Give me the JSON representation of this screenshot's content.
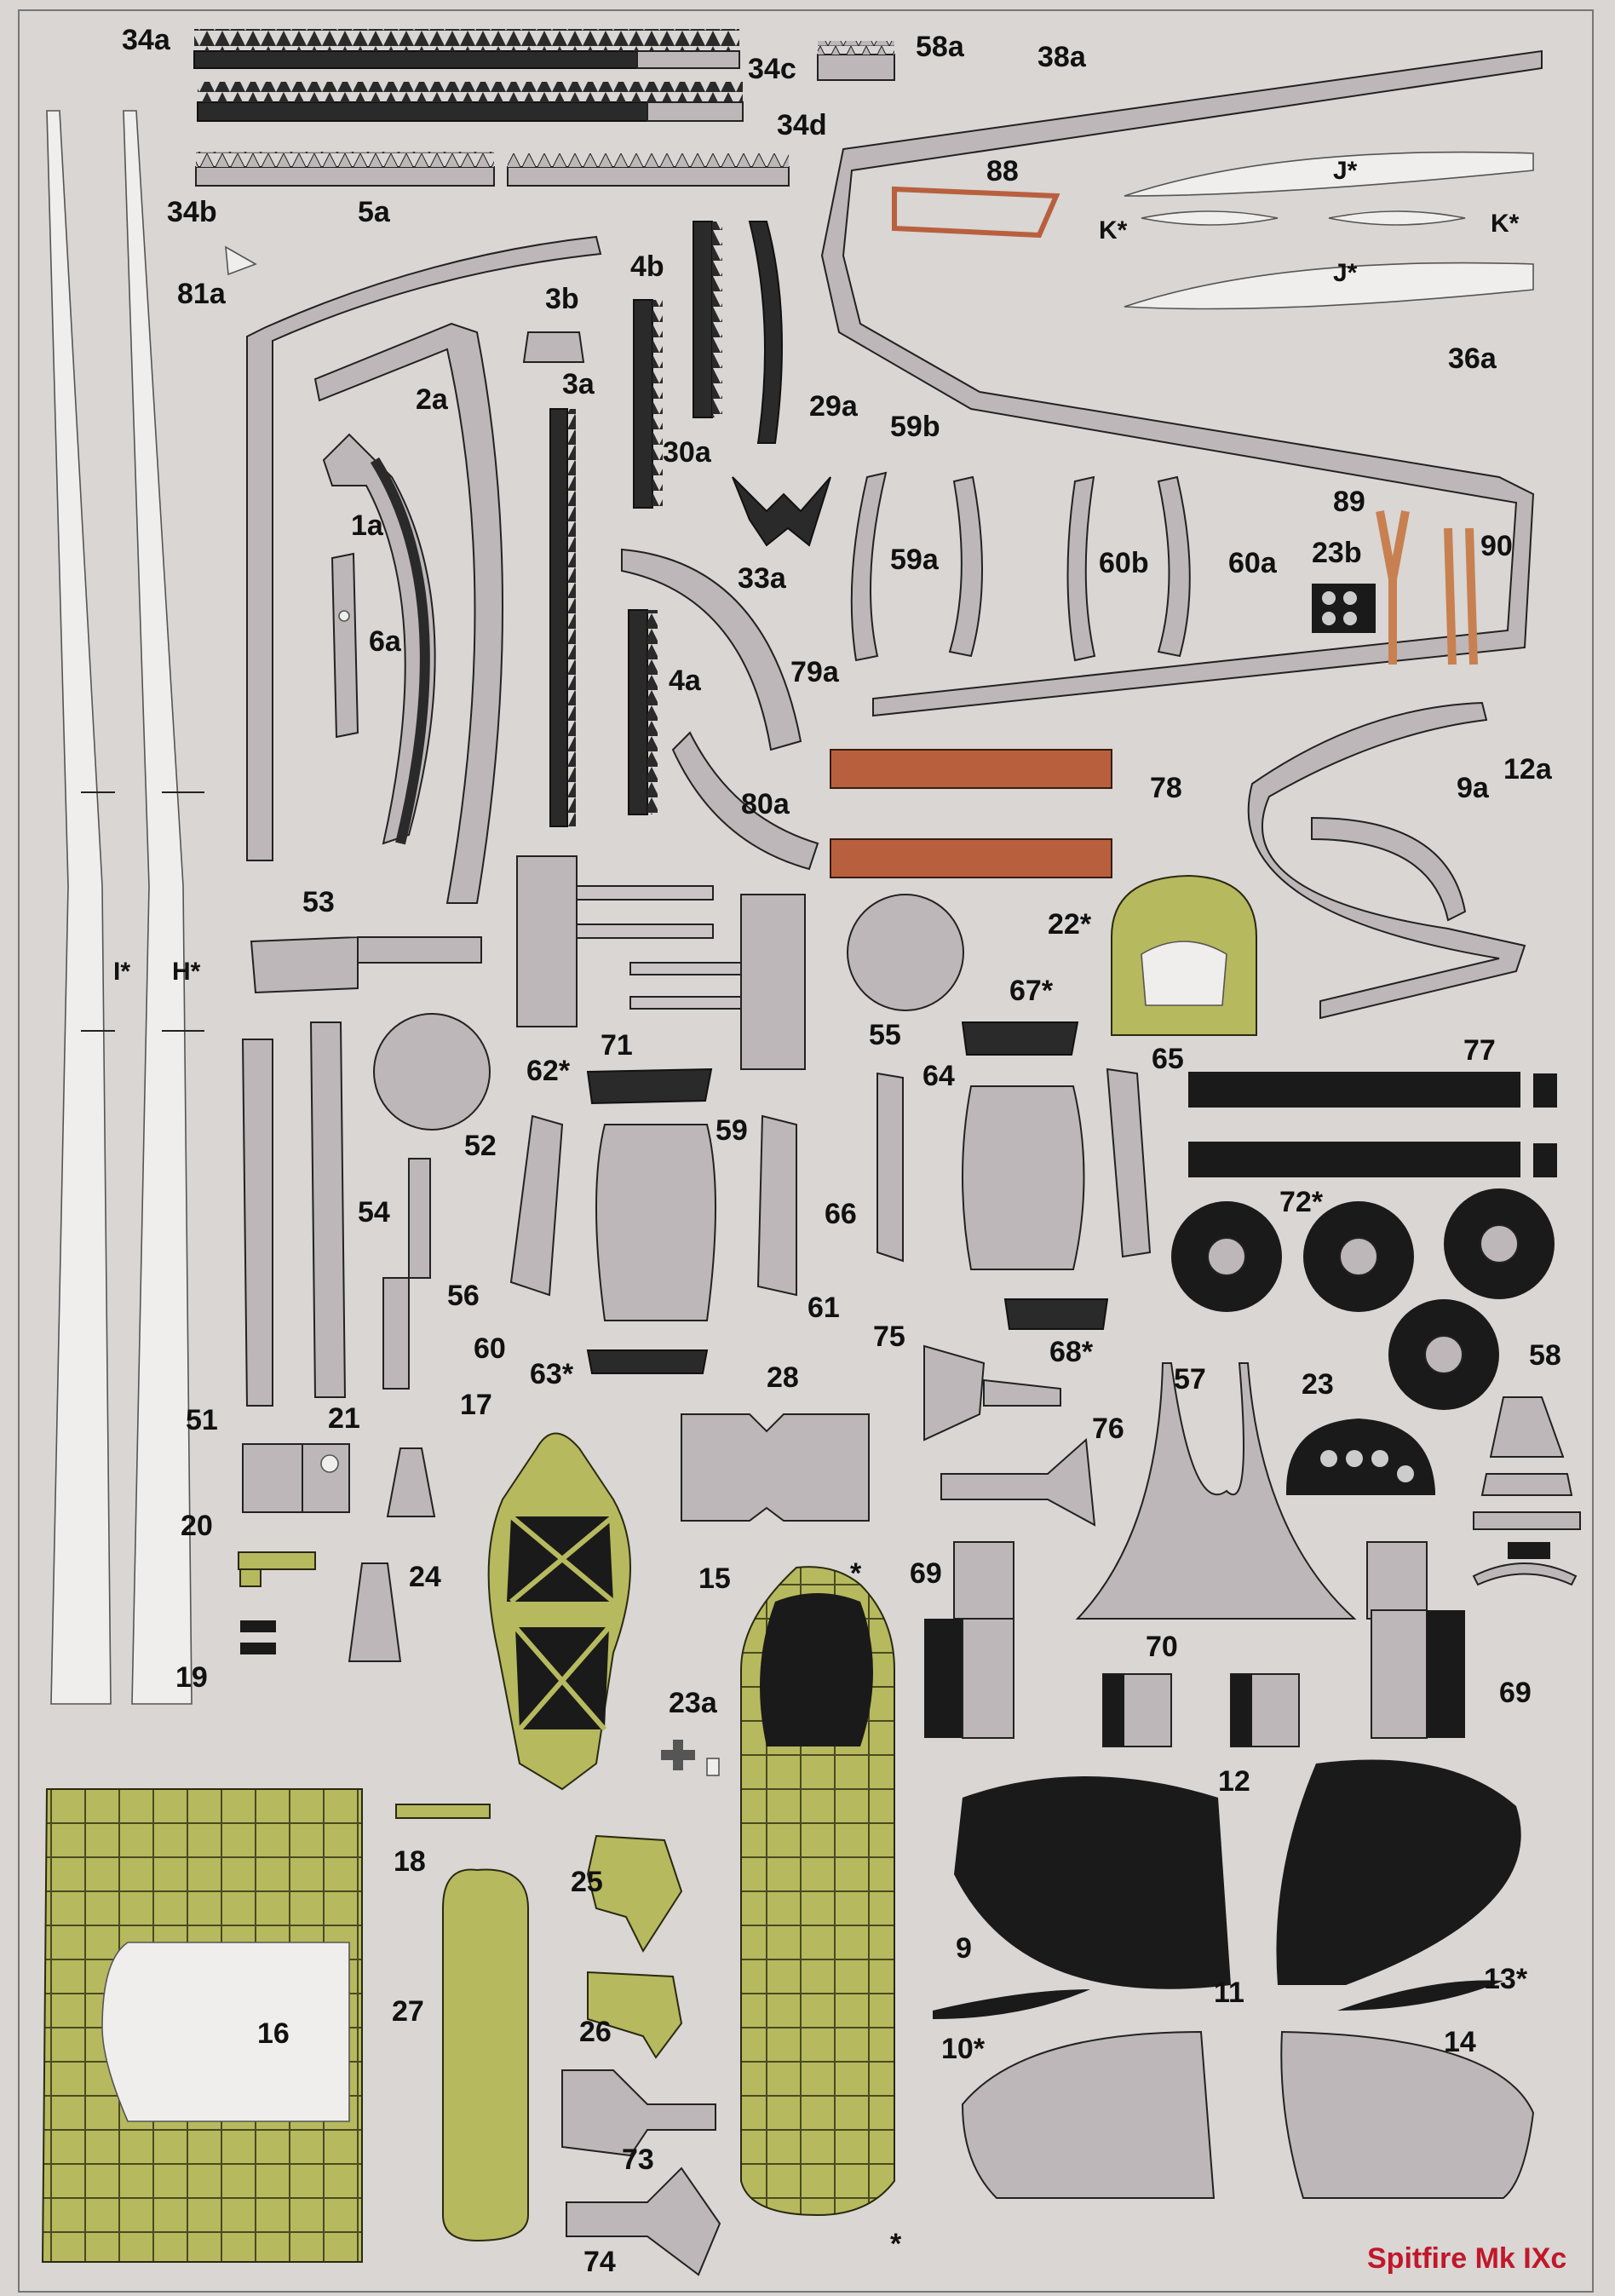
{
  "sheet": {
    "title": "Spitfire Mk IXc",
    "title_color": "#c0182a",
    "background": "#d9d6d4",
    "colors": {
      "grey": "#bdb7b9",
      "dark": "#2a2a2a",
      "green": "#b6b95e",
      "orange": "#b8603e",
      "white": "#f0eeec"
    }
  },
  "labels": {
    "l34a": "34a",
    "l34c": "34c",
    "l58a": "58a",
    "l38a": "38a",
    "l34d": "34d",
    "l34b": "34b",
    "l88": "88",
    "j1": "J*",
    "k1": "K*",
    "k2": "K*",
    "j2": "J*",
    "l5a": "5a",
    "l81a": "81a",
    "l4b": "4b",
    "l3b": "3b",
    "l29a": "29a",
    "l30a": "30a",
    "l2a": "2a",
    "l3a": "3a",
    "l36a": "36a",
    "l59b": "59b",
    "l1a": "1a",
    "l33a": "33a",
    "l59a": "59a",
    "l60b": "60b",
    "l60a": "60a",
    "l89": "89",
    "l23b": "23b",
    "l90": "90",
    "l6a": "6a",
    "l79a": "79a",
    "l4a": "4a",
    "l12a": "12a",
    "l9a": "9a",
    "l78": "78",
    "l80a": "80a",
    "i": "I*",
    "h": "H*",
    "l53": "53",
    "l22": "22*",
    "l71": "71",
    "l55": "55",
    "l67": "67*",
    "l62": "62*",
    "l52": "52",
    "l59": "59",
    "l64": "64",
    "l65": "65",
    "l77": "77",
    "l54": "54",
    "l66": "66",
    "l72": "72*",
    "l56": "56",
    "l60": "60",
    "l61": "61",
    "l75": "75",
    "l68": "68*",
    "l63": "63*",
    "l51": "51",
    "l21": "21",
    "l17": "17",
    "l28": "28",
    "l57": "57",
    "l23": "23",
    "l58": "58",
    "l76": "76",
    "l20": "20",
    "l24": "24",
    "l15": "15",
    "l69a": "69",
    "l69b": "69",
    "l70": "70",
    "l19": "19",
    "l23a": "23a",
    "l12": "12",
    "l18": "18",
    "l25": "25",
    "l9": "9",
    "l13": "13*",
    "l27": "27",
    "l16": "16",
    "l26": "26",
    "l10": "10*",
    "l11": "11",
    "l14": "14",
    "l73": "73",
    "l74": "74",
    "star1": "*",
    "star2": "*"
  }
}
